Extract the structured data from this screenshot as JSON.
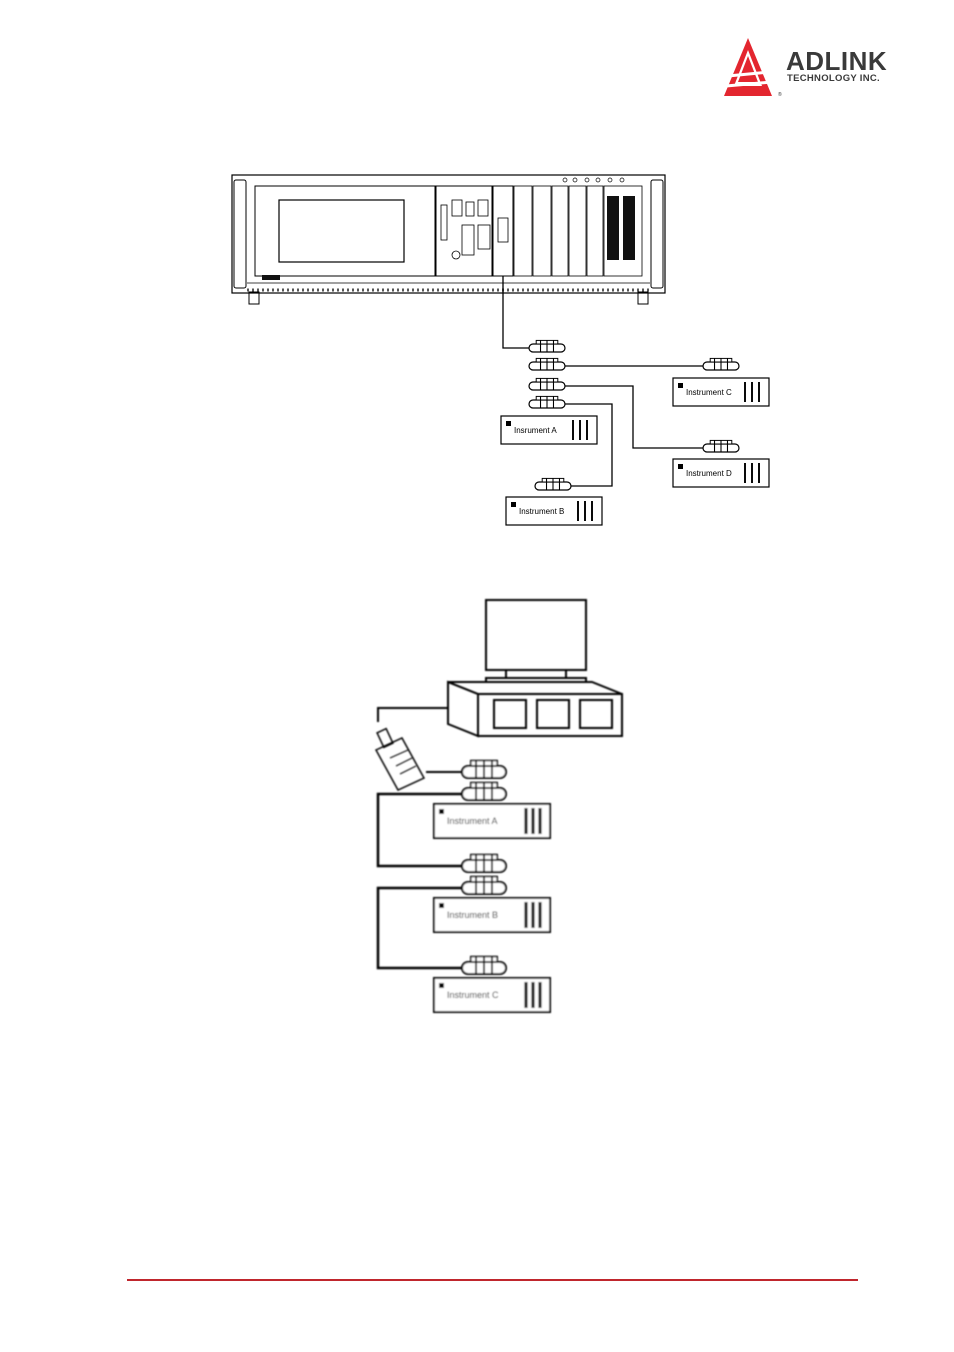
{
  "brand": {
    "name": "ADLINK",
    "tagline": "TECHNOLOGY INC.",
    "accent_color": "#e3262f"
  },
  "figure_top": {
    "instruments": [
      {
        "id": "A",
        "label": "Insrument A"
      },
      {
        "id": "B",
        "label": "Instrument B"
      },
      {
        "id": "C",
        "label": "Instrument C"
      },
      {
        "id": "D",
        "label": "Instrument D"
      }
    ]
  },
  "figure_bottom": {
    "instruments": [
      {
        "id": "A",
        "label": "Instrument A"
      },
      {
        "id": "B",
        "label": "Instrument B"
      },
      {
        "id": "C",
        "label": "Instrument C"
      }
    ]
  },
  "footer": {
    "rule_color": "#c0262d"
  }
}
